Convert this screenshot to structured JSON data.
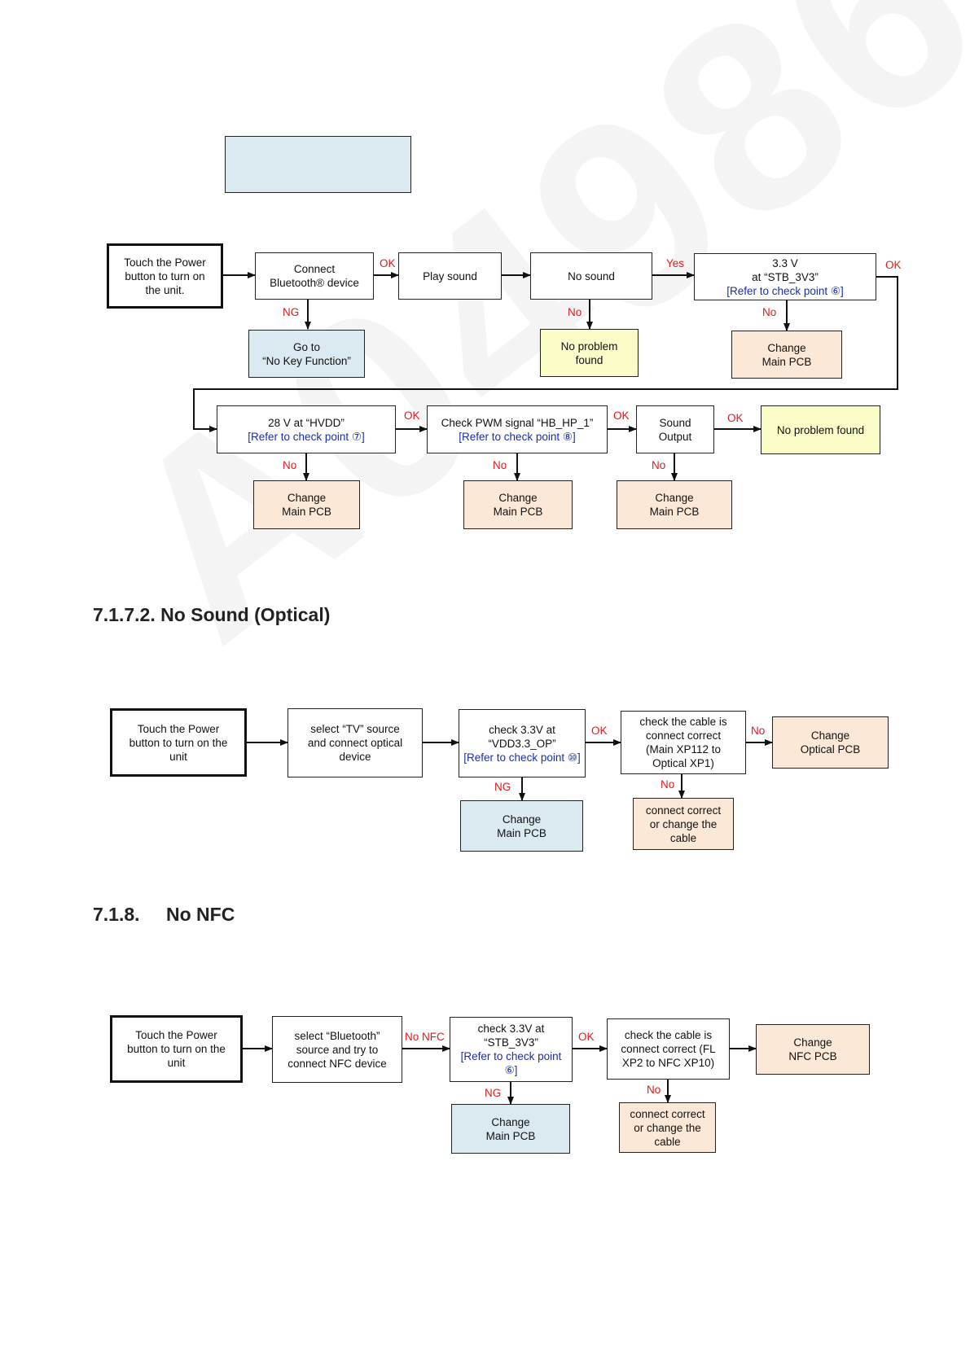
{
  "watermark": "A04986",
  "section1": {
    "boxes": [
      {
        "id": "s1_touch",
        "lines": [
          "Touch the Power",
          "button to turn on",
          "the unit."
        ]
      },
      {
        "id": "s1_connect",
        "lines": [
          "Connect",
          "Bluetooth® device"
        ]
      },
      {
        "id": "s1_play",
        "lines": [
          "Play sound"
        ]
      },
      {
        "id": "s1_nosound",
        "lines": [
          "No sound"
        ]
      },
      {
        "id": "s1_v33",
        "lines": [
          "3.3 V",
          "at “STB_3V3”"
        ],
        "ref": "[Refer to check point ⑥]"
      },
      {
        "id": "s1_gotokey",
        "lines": [
          "Go to",
          "“No Key Function”"
        ]
      },
      {
        "id": "s1_noprob1",
        "lines": [
          "No problem",
          "found"
        ]
      },
      {
        "id": "s1_change1",
        "lines": [
          "Change",
          "Main PCB"
        ]
      },
      {
        "id": "s1_hvdd",
        "lines": [
          "28 V at “HVDD”"
        ],
        "ref": "[Refer to check point ⑦]"
      },
      {
        "id": "s1_pwm",
        "lines": [
          "Check PWM signal “HB_HP_1”"
        ],
        "ref": "[Refer to check point ⑧]"
      },
      {
        "id": "s1_soundout",
        "lines": [
          "Sound",
          "Output"
        ]
      },
      {
        "id": "s1_noprob2",
        "lines": [
          "No problem found"
        ]
      },
      {
        "id": "s1_change2",
        "lines": [
          "Change",
          "Main PCB"
        ]
      },
      {
        "id": "s1_change3",
        "lines": [
          "Change",
          "Main PCB"
        ]
      },
      {
        "id": "s1_change4",
        "lines": [
          "Change",
          "Main PCB"
        ]
      }
    ],
    "labels": {
      "ok_connect": "OK",
      "ng_connect": "NG",
      "yes_nosound": "Yes",
      "no_nosound": "No",
      "ok_v33": "OK",
      "no_v33": "No",
      "ok_hvdd": "OK",
      "no_hvdd": "No",
      "ok_pwm": "OK",
      "no_pwm": "No",
      "ok_sound": "OK",
      "no_sound": "No"
    }
  },
  "section2": {
    "heading": "7.1.7.2. No Sound (Optical)",
    "boxes": [
      {
        "id": "s2_touch",
        "lines": [
          "Touch the Power",
          "button to turn on the",
          "unit"
        ]
      },
      {
        "id": "s2_select",
        "lines": [
          "select “TV” source",
          "and connect optical",
          "device"
        ]
      },
      {
        "id": "s2_check",
        "lines": [
          "check 3.3V at",
          "“VDD3.3_OP”"
        ],
        "ref": "[Refer to check point ⑩]"
      },
      {
        "id": "s2_cable",
        "lines": [
          "check the cable is",
          "connect correct",
          "(Main  XP112 to",
          "Optical  XP1)"
        ]
      },
      {
        "id": "s2_changeopt",
        "lines": [
          "Change",
          "Optical  PCB"
        ]
      },
      {
        "id": "s2_changemain",
        "lines": [
          "Change",
          "Main PCB"
        ]
      },
      {
        "id": "s2_connect",
        "lines": [
          "connect correct",
          "or change the",
          "cable"
        ]
      }
    ],
    "labels": {
      "ok": "OK",
      "no_right": "No",
      "ng": "NG",
      "no_down": "No"
    }
  },
  "section3": {
    "heading_num": "7.1.8.",
    "heading_title": "No NFC",
    "boxes": [
      {
        "id": "s3_touch",
        "lines": [
          "Touch the Power",
          "button to turn on the",
          "unit"
        ]
      },
      {
        "id": "s3_select",
        "lines": [
          "select “Bluetooth”",
          "source and try to",
          "connect NFC device"
        ]
      },
      {
        "id": "s3_check",
        "lines": [
          "check 3.3V at",
          "“STB_3V3”"
        ],
        "ref": "[Refer to check point ⑥]"
      },
      {
        "id": "s3_cable",
        "lines": [
          "check the cable is",
          "connect correct (FL",
          "XP2 to NFC XP10)"
        ]
      },
      {
        "id": "s3_changenfc",
        "lines": [
          "Change",
          "NFC PCB"
        ]
      },
      {
        "id": "s3_changemain",
        "lines": [
          "Change",
          "Main PCB"
        ]
      },
      {
        "id": "s3_connect",
        "lines": [
          "connect correct",
          "or change the",
          "cable"
        ]
      }
    ],
    "labels": {
      "nonfc": "No NFC",
      "ok": "OK",
      "ng": "NG",
      "no": "No"
    }
  }
}
